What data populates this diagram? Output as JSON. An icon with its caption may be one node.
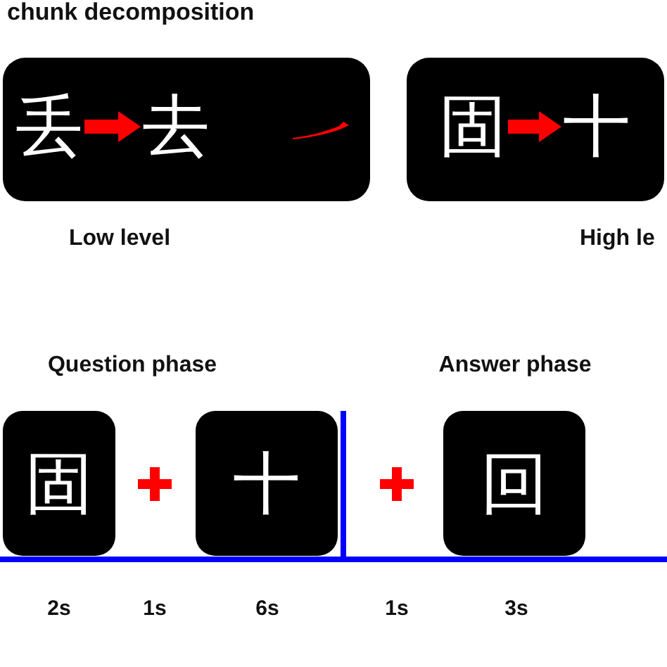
{
  "diagram": {
    "title": "chunk decomposition",
    "nodes": [
      {
        "text": [],
        "shape": "box",
        "beside": [
          "Low level"
        ]
      },
      {
        "text": [
          "丢"
        ],
        "in": 0
      },
      {
        "text": [
          "去"
        ],
        "in": 0
      },
      {
        "text": [],
        "shape": "box",
        "beside": [
          "High le"
        ]
      },
      {
        "text": [
          "固"
        ],
        "in": 3
      },
      {
        "text": [
          "十"
        ],
        "in": 3
      },
      {
        "text": [
          "固"
        ],
        "beside": [
          "2s"
        ]
      },
      {
        "text": [
          "十"
        ],
        "beside": [
          "6s"
        ]
      },
      {
        "text": [
          "回"
        ],
        "beside": [
          "3s"
        ]
      }
    ],
    "edges": [
      {
        "from": 1,
        "to": 2,
        "arrow": "to"
      },
      {
        "from": 4,
        "to": 5,
        "arrow": "to"
      }
    ],
    "labels": [
      "Question phase",
      "Answer phase",
      "1s",
      "1s"
    ]
  }
}
